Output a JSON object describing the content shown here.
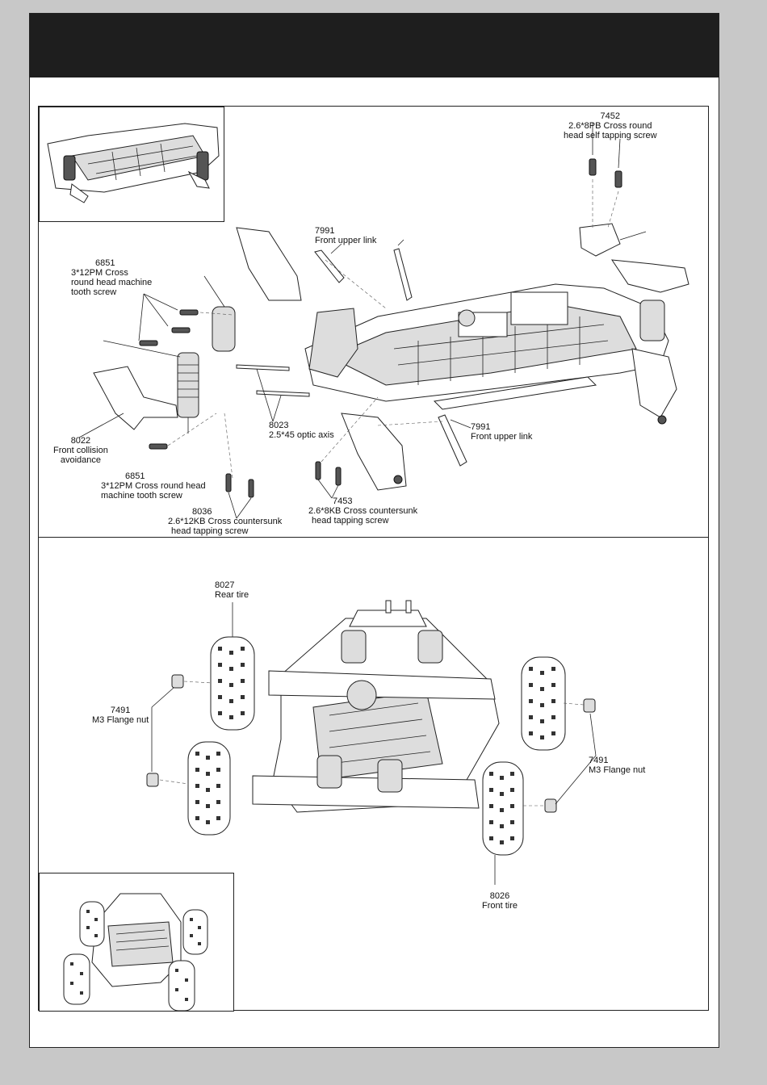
{
  "top_section": {
    "labels": [
      {
        "id": "7452",
        "lines": [
          "7452",
          "2.6*8PB Cross round",
          "head self tapping screw"
        ]
      },
      {
        "id": "7991a",
        "lines": [
          "7991",
          "Front upper link"
        ]
      },
      {
        "id": "6851a",
        "lines": [
          "6851",
          "3*12PM Cross",
          "round head machine",
          "tooth screw"
        ]
      },
      {
        "id": "8022",
        "lines": [
          "8022",
          "Front collision",
          "avoidance"
        ]
      },
      {
        "id": "8023",
        "lines": [
          "8023",
          "2.5*45 optic axis"
        ]
      },
      {
        "id": "7991b",
        "lines": [
          "7991",
          "Front upper link"
        ]
      },
      {
        "id": "6851b",
        "lines": [
          "6851",
          "3*12PM Cross round head",
          "machine tooth screw"
        ]
      },
      {
        "id": "7453",
        "lines": [
          "7453",
          "2.6*8KB Cross countersunk",
          "head tapping screw"
        ]
      },
      {
        "id": "8036",
        "lines": [
          "8036",
          "2.6*12KB Cross countersunk",
          "head tapping screw"
        ]
      }
    ]
  },
  "bottom_section": {
    "labels": [
      {
        "id": "8027",
        "lines": [
          "8027",
          "Rear tire"
        ]
      },
      {
        "id": "7491a",
        "lines": [
          "7491",
          "M3 Flange nut"
        ]
      },
      {
        "id": "7491b",
        "lines": [
          "7491",
          "M3 Flange nut"
        ]
      },
      {
        "id": "8026",
        "lines": [
          "8026",
          "Front tire"
        ]
      }
    ]
  }
}
